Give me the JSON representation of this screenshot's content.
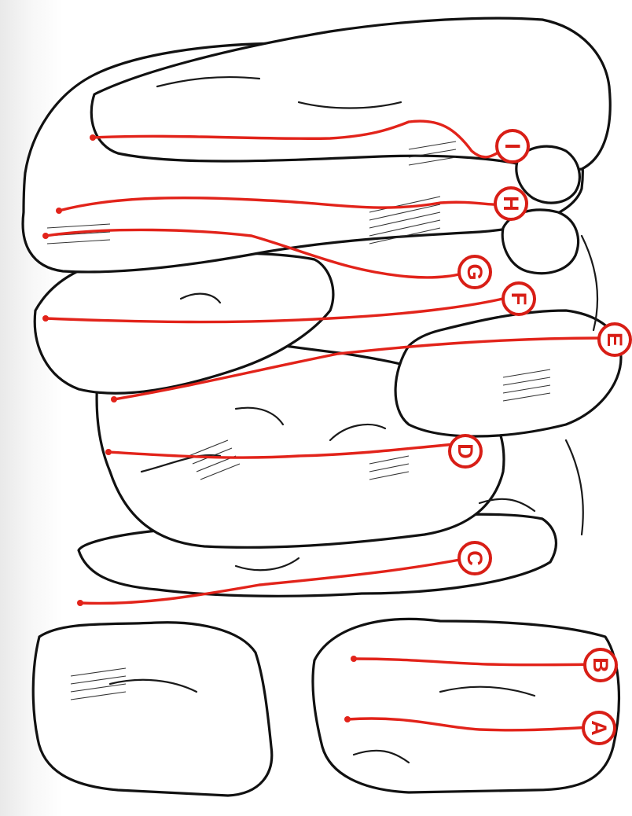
{
  "figure": {
    "accent_color": "#e2231a",
    "line_color": "#111111",
    "orientation": "rotated 90 degrees clockwise",
    "routes": [
      {
        "label": "A"
      },
      {
        "label": "B"
      },
      {
        "label": "C"
      },
      {
        "label": "D"
      },
      {
        "label": "E"
      },
      {
        "label": "F"
      },
      {
        "label": "G"
      },
      {
        "label": "H"
      },
      {
        "label": "I"
      }
    ]
  }
}
